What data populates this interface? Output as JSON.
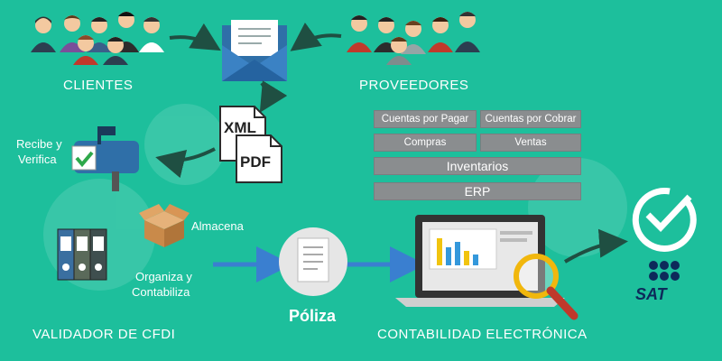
{
  "labels": {
    "clientes": "CLIENTES",
    "proveedores": "PROVEEDORES",
    "recibe": "Recibe y",
    "verifica": "Verifica",
    "almacena": "Almacena",
    "organiza": "Organiza y",
    "contabiliza": "Contabiliza",
    "validador": "VALIDADOR DE CFDI",
    "poliza": "Póliza",
    "contabilidad": "CONTABILIDAD ELECTRÓNICA",
    "xml": "XML",
    "pdf": "PDF",
    "sat": "SAT"
  },
  "modules": {
    "cuentas_pagar": "Cuentas por Pagar",
    "cuentas_cobrar": "Cuentas por Cobrar",
    "compras": "Compras",
    "ventas": "Ventas",
    "inventarios": "Inventarios",
    "erp": "ERP"
  },
  "colors": {
    "background": "#1dbf9c",
    "module_gray": "#8a8d8f",
    "envelope_blue": "#2f6fa8",
    "arrow_dark": "#1f4f42",
    "poliza_arrow": "#3a7fd0"
  }
}
